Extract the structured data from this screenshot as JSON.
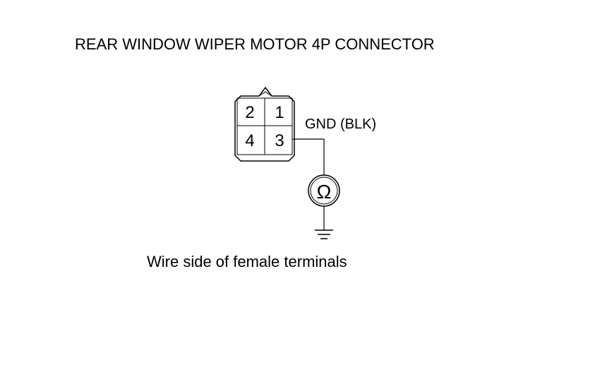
{
  "diagram": {
    "title": "REAR WINDOW WIPER MOTOR 4P CONNECTOR",
    "connector": {
      "terminals": [
        "2",
        "1",
        "4",
        "3"
      ]
    },
    "wire_label": "GND (BLK)",
    "meter_symbol": "Ω",
    "caption": "Wire side of female terminals",
    "meter_type": "ohmmeter",
    "ground_icon": "ground-symbol-icon",
    "line_color": "#000000"
  }
}
